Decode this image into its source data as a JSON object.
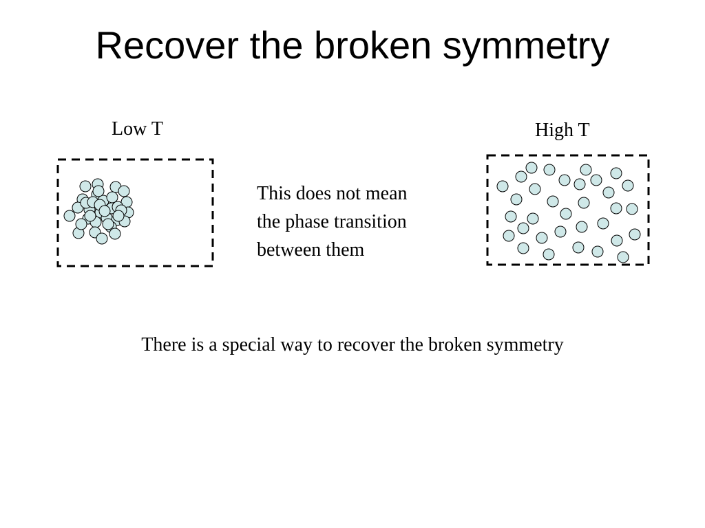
{
  "slide": {
    "title": "Recover the broken symmetry",
    "low_label": "Low T",
    "high_label": "High T",
    "middle_note": [
      "This does not mean",
      "the phase transition",
      "between them"
    ],
    "bottom_note": "There is a special way to recover the broken symmetry"
  },
  "style": {
    "particle_fill": "#cfe8e8",
    "particle_stroke": "#000000",
    "box_stroke": "#000000"
  },
  "particles": {
    "low_count": 36,
    "high_count": 36
  }
}
